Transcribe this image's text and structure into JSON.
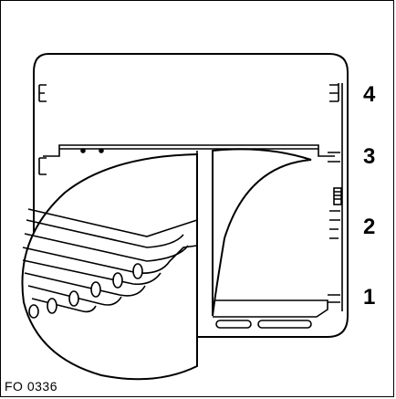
{
  "figure": {
    "code": "FO 0336",
    "shelf_levels": [
      {
        "label": "4"
      },
      {
        "label": "3"
      },
      {
        "label": "2"
      },
      {
        "label": "1"
      }
    ]
  }
}
